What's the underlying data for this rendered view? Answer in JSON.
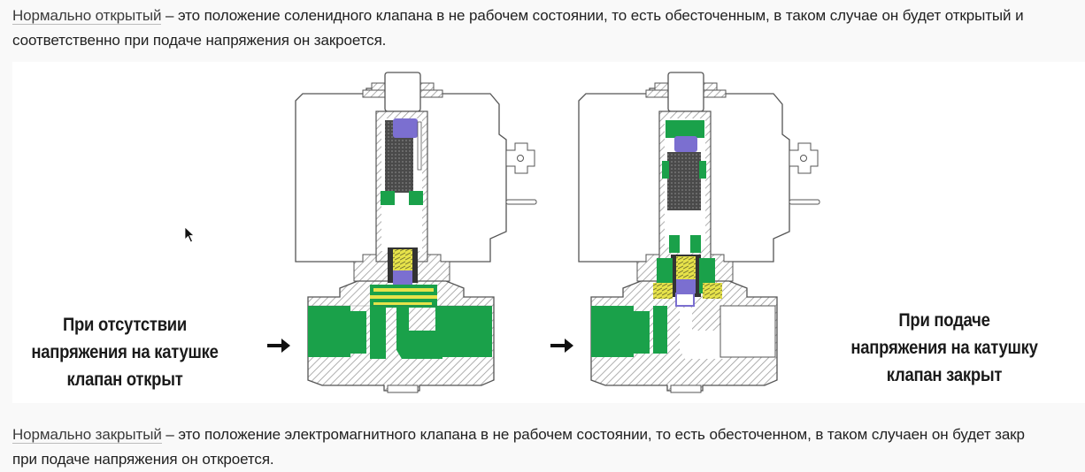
{
  "paragraph_top": {
    "term": "Нормально открытый",
    "line1": " – это положение соленидного клапана в не рабочем состоянии, то есть обесточенным, в таком случае он будет открытый и",
    "line2": "соответственно при подаче напряжения он закроется."
  },
  "figure": {
    "left_caption": [
      "При отсутствии",
      "напряжения на катушке",
      "клапан открыт"
    ],
    "right_caption": [
      "При подаче",
      "напряжения на катушку",
      "клапан закрыт"
    ],
    "left_state": "open",
    "right_state": "closed",
    "colors": {
      "medium": "#1aa14a",
      "plunger": "#7b6fd0",
      "spring": "#e6e24a",
      "core": "#555555",
      "hatch": "#9a9a9a",
      "outline": "#555555"
    }
  },
  "paragraph_bottom": {
    "term": "Нормально закрытый",
    "line1": " – это положение электромагнитного клапана в не рабочем состоянии, то есть обесточенном, в таком случаен он будет закр",
    "line2": "при подаче напряжения он откроется."
  }
}
